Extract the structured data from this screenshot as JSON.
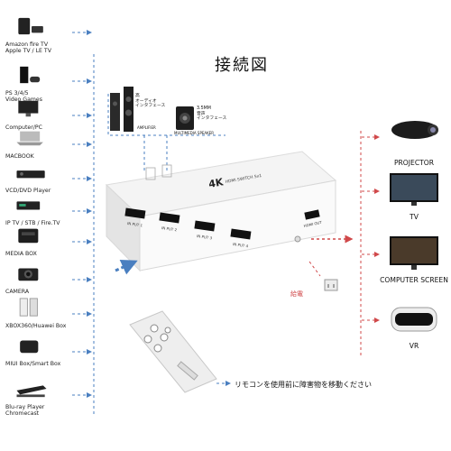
{
  "title": "接続図",
  "sources": [
    {
      "label": "Amazon fire TV\nApple TV / LE TV",
      "icon": "tv-box-icon"
    },
    {
      "label": "PS 3/4/5\nVideo Games",
      "icon": "game-console-icon"
    },
    {
      "label": "Computer/PC",
      "icon": "desktop-computer-icon"
    },
    {
      "label": "MACBOOK",
      "icon": "laptop-icon"
    },
    {
      "label": "VCD/DVD Player",
      "icon": "dvd-player-icon"
    },
    {
      "label": "IP TV / STB / Fire.TV",
      "icon": "set-top-box-icon"
    },
    {
      "label": "MEDIA BOX",
      "icon": "media-box-icon"
    },
    {
      "label": "CAMERA",
      "icon": "camera-icon"
    },
    {
      "label": "XBOX360/Huawei Box",
      "icon": "xbox-icon"
    },
    {
      "label": "MIUI Box/Smart Box",
      "icon": "smart-box-icon"
    },
    {
      "label": "Blu-ray Player\nChromecast",
      "icon": "bluray-player-icon"
    }
  ],
  "outputs": [
    {
      "label": "PROJECTOR",
      "icon": "projector-icon"
    },
    {
      "label": "TV",
      "icon": "tv-icon"
    },
    {
      "label": "COMPUTER SCREEN",
      "icon": "monitor-icon"
    },
    {
      "label": "VR",
      "icon": "vr-headset-icon"
    }
  ],
  "audio": {
    "amplifier_jp": "高\nオーディオ\nインタフェース",
    "amplifier_en": "AMPLIFIER",
    "speaker_jp": "3.5MM\n音声\nインタフェース",
    "speaker_en": "MULTIMEDIA SPEAKER"
  },
  "device": {
    "logo": "4K",
    "model": "HDMI SWITCH 5x1",
    "ports": [
      "IN PUT 1",
      "IN PUT 2",
      "IN PUT 3",
      "IN PUT 4"
    ],
    "out_port": "HDMI OUT"
  },
  "power_label": "給電",
  "remote_note": "リモコンを使用前に障害物を移動ください",
  "colors": {
    "arrow_blue": "#4a7fc0",
    "arrow_red": "#d0484a",
    "device_body": "#f4f4f4"
  }
}
